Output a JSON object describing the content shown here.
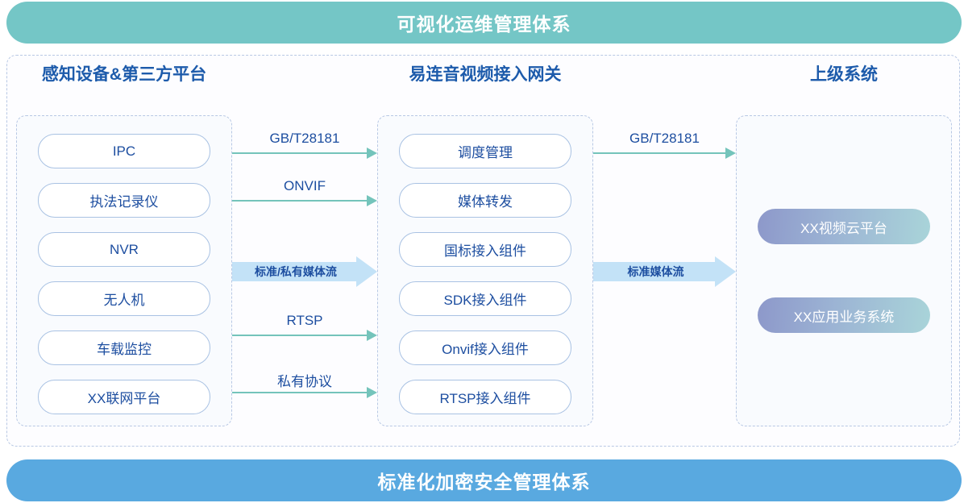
{
  "banners": {
    "top": "可视化运维管理体系",
    "bottom": "标准化加密安全管理体系",
    "top_color": "#74c6c6",
    "bottom_color": "#59a9e0"
  },
  "columns": {
    "left": {
      "title": "感知设备&第三方平台",
      "items": [
        {
          "label": "IPC"
        },
        {
          "label": "执法记录仪"
        },
        {
          "label": "NVR"
        },
        {
          "label": "无人机"
        },
        {
          "label": "车载监控"
        },
        {
          "label": "XX联网平台"
        }
      ]
    },
    "middle": {
      "title": "易连音视频接入网关",
      "items": [
        {
          "label": "调度管理"
        },
        {
          "label": "媒体转发"
        },
        {
          "label": "国标接入组件"
        },
        {
          "label": "SDK接入组件"
        },
        {
          "label": "Onvif接入组件"
        },
        {
          "label": "RTSP接入组件"
        }
      ]
    },
    "right": {
      "title": "上级系统",
      "items": [
        {
          "label": "XX视频云平台"
        },
        {
          "label": "XX应用业务系统"
        }
      ]
    }
  },
  "connectors": {
    "left_to_middle": [
      {
        "label": "GB/T28181",
        "style": "thin"
      },
      {
        "label": "ONVIF",
        "style": "thin"
      },
      {
        "label": "标准/私有媒体流",
        "style": "block"
      },
      {
        "label": "RTSP",
        "style": "thin"
      },
      {
        "label": "私有协议",
        "style": "thin"
      }
    ],
    "middle_to_right": [
      {
        "label": "GB/T28181",
        "style": "thin"
      },
      {
        "label": "标准媒体流",
        "style": "block"
      }
    ]
  },
  "colors": {
    "title_blue": "#1d5bab",
    "pill_text": "#1d4ea0",
    "pill_border": "#a9c2e3",
    "dashed_border": "#b8c8e4",
    "arrow_teal": "#74c4bb",
    "block_arrow_fill": "#c3e2f7",
    "gradient_start": "#8d98ca",
    "gradient_end": "#a9d4d9"
  }
}
